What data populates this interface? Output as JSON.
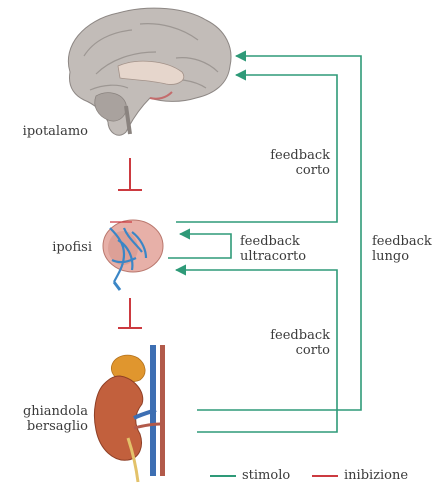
{
  "labels": {
    "hypothalamus": "ipotalamo",
    "pituitary": "ipofisi",
    "target_gland_line1": "ghiandola",
    "target_gland_line2": "bersaglio",
    "feedback_short_top_line1": "feedback",
    "feedback_short_top_line2": "corto",
    "feedback_ultrashort_line1": "feedback",
    "feedback_ultrashort_line2": "ultracorto",
    "feedback_long_line1": "feedback",
    "feedback_long_line2": "lungo",
    "feedback_short_bottom_line1": "feedback",
    "feedback_short_bottom_line2": "corto"
  },
  "legend": {
    "stimulus": "stimolo",
    "inhibition": "inibizione"
  },
  "colors": {
    "stimulus": "#2e9a78",
    "inhibition": "#cc3a40",
    "text": "#3a3a3a",
    "brain": "#b9b4b0",
    "pituitary": "#e7b0a8",
    "pituitary_vessels": "#3b86c6",
    "kidney": "#c2603d",
    "adrenal": "#e0962e",
    "vessel_blue": "#3d6fb3"
  }
}
